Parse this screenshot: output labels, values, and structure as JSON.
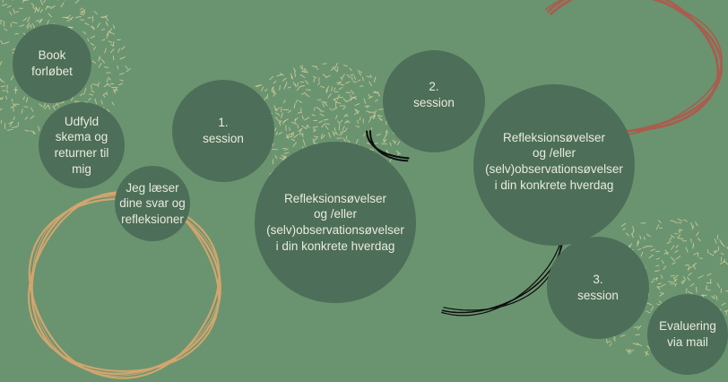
{
  "colors": {
    "background": "#6a9470",
    "circle": "#4d6e58",
    "text": "#e8ecdc",
    "dots": "#d8cf9c",
    "ring_tan": "#d2a56e",
    "ring_red": "#a85e4e",
    "ring_black": "#0c0c0c"
  },
  "steps": {
    "book": "Book\nforløbet",
    "udfyld": "Udfyld\nskema og\nreturner til\nmig",
    "jeg_laeser": "Jeg læser\ndine svar og\nrefleksioner",
    "session1": "1.\nsession",
    "reflection1": "Refleksionsøvelser\nog /eller\n(selv)observationsøvelser\ni din konkrete hverdag",
    "session2": "2.\nsession",
    "reflection2": "Refleksionsøvelser\nog /eller\n(selv)observationsøvelser\ni din konkrete hverdag",
    "session3": "3.\nsession",
    "evaluering": "Evaluering\nvia mail"
  }
}
